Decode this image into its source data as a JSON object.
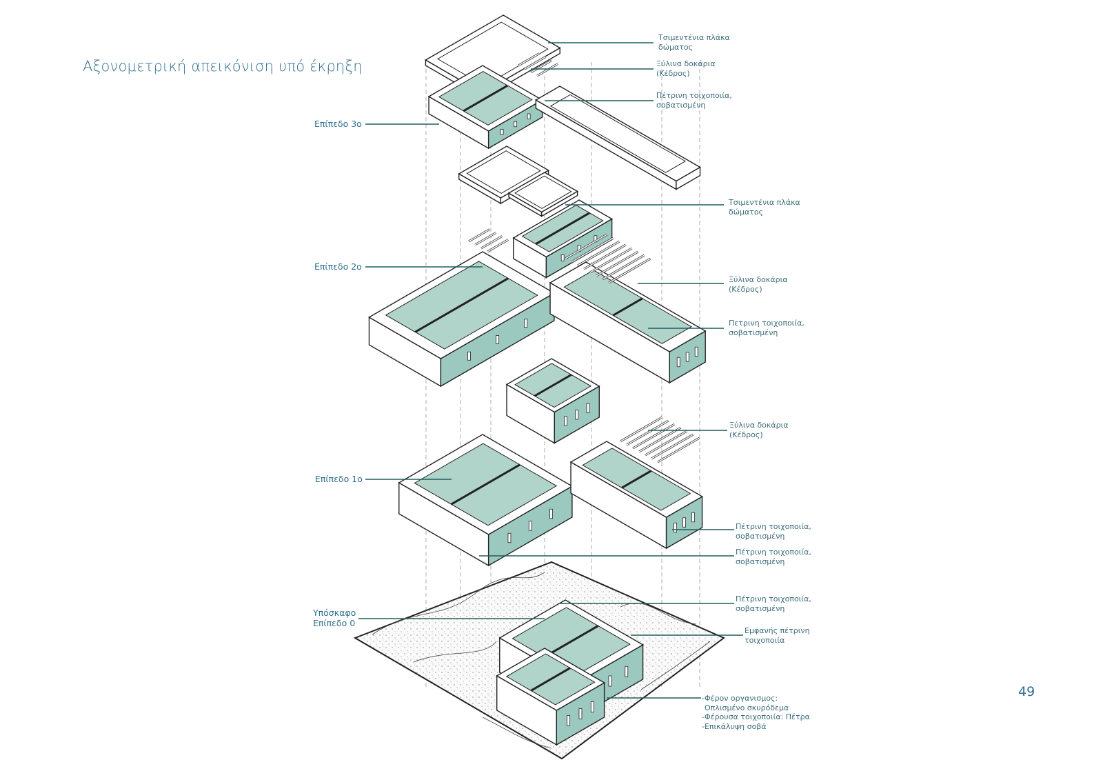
{
  "title": "Αξονομετρική απεικόνιση υπό έκρηξη",
  "page_number": "49",
  "colors": {
    "accent": "#2f6f8f",
    "leader": "#1f5e5a",
    "wall_teal": "#9cc9bf",
    "floor_teal": "#6fae9f"
  },
  "levels": [
    {
      "label": "Επίπεδο 3ο"
    },
    {
      "label": "Επίπεδο 2ο"
    },
    {
      "label": "Επίπεδο 1ο"
    },
    {
      "label": "Υπόσκαφο",
      "label2": "Επίπεδο 0"
    }
  ],
  "annotations": [
    {
      "lines": [
        "Τσιμεντένια πλάκα",
        "δώματος"
      ]
    },
    {
      "lines": [
        "Ξύλινα δοκάρια",
        "(Κέδρος)"
      ]
    },
    {
      "lines": [
        "Πέτρινη τοιχοποιία,",
        "σοβατισμένη"
      ]
    },
    {
      "lines": [
        "Τσιμεντένια πλάκα",
        "δώματος"
      ]
    },
    {
      "lines": [
        "Ξύλινα δοκάρια",
        "(Κέδρος)"
      ]
    },
    {
      "lines": [
        "Πετρινη τοιχοποιία,",
        "σοβατισμένη"
      ]
    },
    {
      "lines": [
        "Ξύλινα δοκάρια",
        "(Κέδρος)"
      ]
    },
    {
      "lines": [
        "Πέτρινη τοιχοποιία,",
        "σοβατισμένη"
      ]
    },
    {
      "lines": [
        "Πέτρινη τοιχοποιία,",
        "σοβατισμένη"
      ]
    },
    {
      "lines": [
        "Πέτρινη τοιχοποιία,",
        "σοβατισμένη"
      ]
    },
    {
      "lines": [
        "Εμφανής πέτρινη",
        "τοιχοποιία"
      ]
    },
    {
      "lines": [
        "-Φέρον οργανισμος:",
        "Οπλισμένο σκυρόδεμα",
        "-Φέρουσα τοιχοποιία: Πέτρα",
        "-Επικάλυψη σοβά"
      ]
    }
  ]
}
